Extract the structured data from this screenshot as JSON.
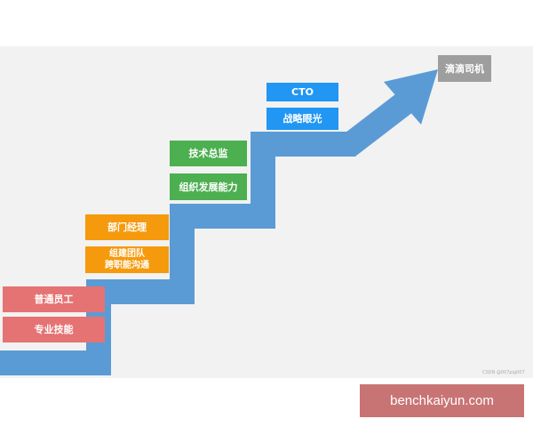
{
  "colors": {
    "arrow": "#5b9bd5",
    "level1": "#e57373",
    "level2": "#f59a0c",
    "level3": "#4caf50",
    "level4": "#2196f3",
    "goal": "#9e9e9e",
    "banner": "#c87474"
  },
  "levels": [
    {
      "title": "普通员工",
      "skill": "专业技能"
    },
    {
      "title": "部门经理",
      "skill_line1": "组建团队",
      "skill_line2": "跨职能沟通"
    },
    {
      "title": "技术总监",
      "skill": "组织发展能力"
    },
    {
      "title": "CTO",
      "skill": "战略眼光"
    }
  ],
  "goal": "滴滴司机",
  "watermark": "CSDN @007pig007",
  "banner": "benchkaiyun.com"
}
